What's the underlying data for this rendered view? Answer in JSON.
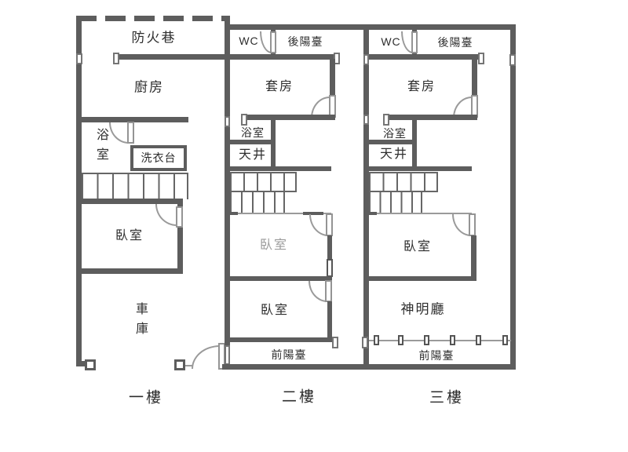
{
  "colors": {
    "wall": "#5d5d5d",
    "text": "#2e2e2e",
    "faded_text": "#9b9b9b",
    "door_line": "#9a9a9a"
  },
  "floors": [
    {
      "label": "一樓",
      "rooms": {
        "fire_lane": "防火巷",
        "kitchen": "廚房",
        "bathroom": "浴室",
        "laundry_counter": "洗衣台",
        "bedroom": "臥室",
        "garage": "車庫"
      }
    },
    {
      "label": "二樓",
      "rooms": {
        "wc": "WC",
        "rear_balcony": "後陽臺",
        "suite": "套房",
        "bathroom": "浴室",
        "light_well": "天井",
        "bedroom_upper": "臥室",
        "bedroom_lower": "臥室",
        "front_balcony": "前陽臺"
      }
    },
    {
      "label": "三樓",
      "rooms": {
        "wc": "WC",
        "rear_balcony": "後陽臺",
        "suite": "套房",
        "bathroom": "浴室",
        "light_well": "天井",
        "bedroom": "臥室",
        "shrine_hall": "神明廳",
        "front_balcony": "前陽臺"
      }
    }
  ]
}
